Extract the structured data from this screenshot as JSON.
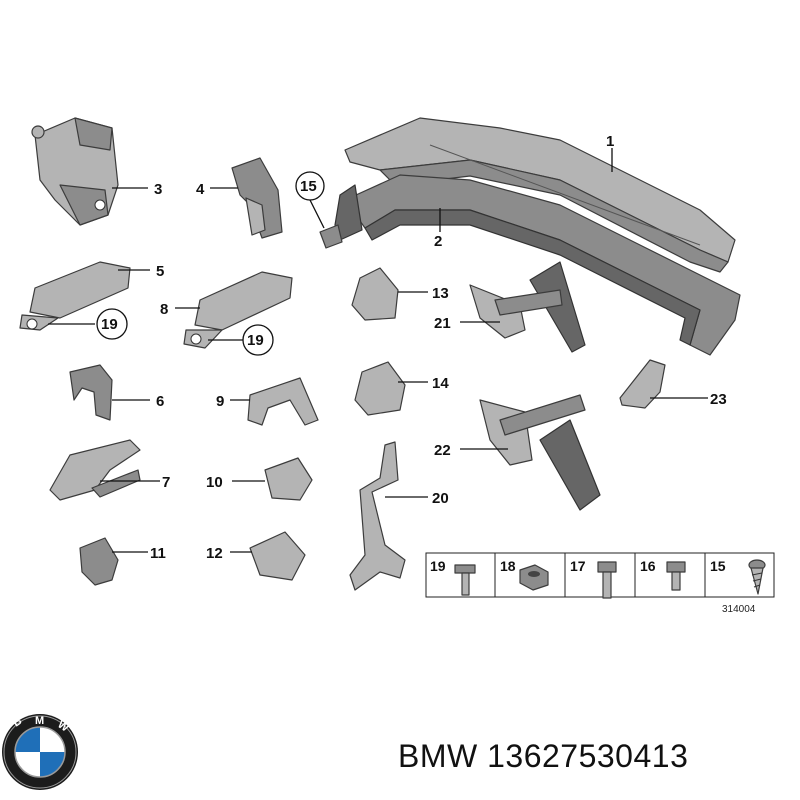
{
  "callouts": {
    "n1": "1",
    "n2": "2",
    "n3": "3",
    "n4": "4",
    "n5": "5",
    "n6": "6",
    "n7": "7",
    "n8": "8",
    "n9": "9",
    "n10": "10",
    "n11": "11",
    "n12": "12",
    "n13": "13",
    "n14": "14",
    "n15": "15",
    "n19a": "19",
    "n19b": "19",
    "n20": "20",
    "n21": "21",
    "n22": "22",
    "n23": "23"
  },
  "fastener_table": {
    "cells": [
      "19",
      "18",
      "17",
      "16",
      "15"
    ],
    "reference": "314004"
  },
  "logo": {
    "brand": "BMW"
  },
  "caption": "BMW 13627530413"
}
